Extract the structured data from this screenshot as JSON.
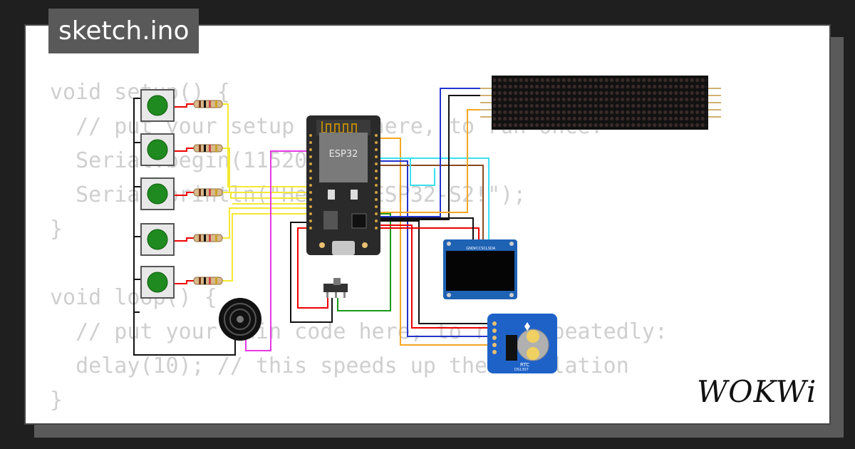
{
  "tab": {
    "filename": "sketch.ino"
  },
  "code_lines": [
    "void setup() {",
    "  // put your setup code here, to run once:",
    "  Serial.begin(115200);",
    "  Serial.println(\"Hello, ESP32-S2!\");",
    "}",
    "",
    "void loop() {",
    "  // put your main code here, to run repeatedly:",
    "  delay(10); // this speeds up the simulation",
    "}"
  ],
  "components": {
    "esp32_label": "ESP32",
    "oled_pins": [
      "GND",
      "VCC",
      "SCL",
      "SDA"
    ],
    "rtc_label": "RTC",
    "rtc_chip": "DS1307"
  },
  "brand": {
    "name": "WOKWi"
  },
  "colors": {
    "background": "#1f1f1f",
    "card": "#ffffff",
    "code_text": "#cfcfcf",
    "button_green": "#1f8a1f",
    "board": "#2a2a2a",
    "oled_pcb": "#1e62b4",
    "rtc_pcb": "#1e62c8"
  }
}
